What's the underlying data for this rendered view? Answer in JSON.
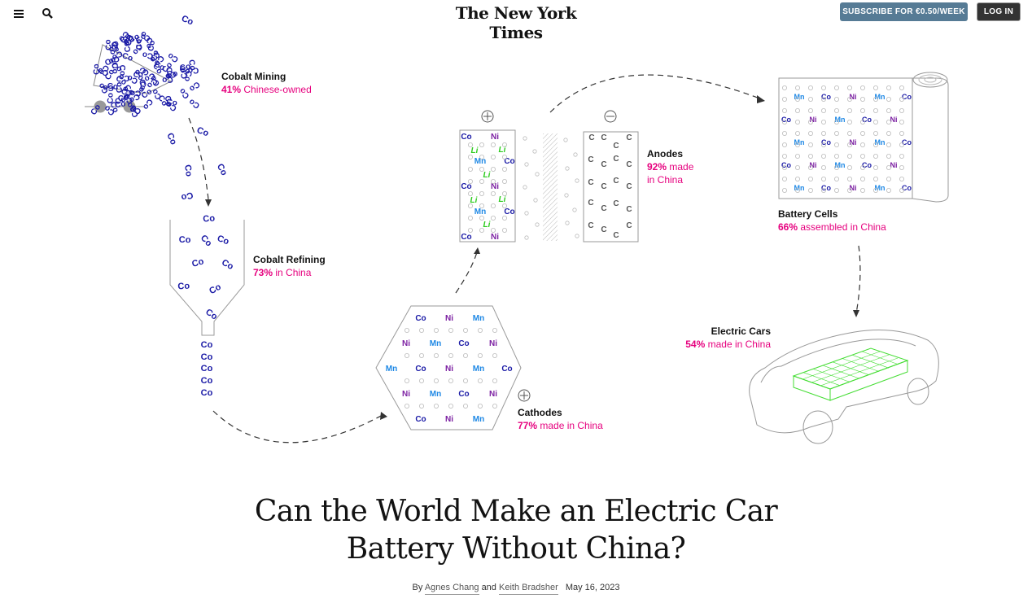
{
  "header": {
    "logo": "The New York Times",
    "subscribe_label": "SUBSCRIBE FOR €0.50/WEEK",
    "login_label": "LOG IN",
    "icons": [
      "menu-icon",
      "search-icon"
    ]
  },
  "illustration": {
    "stages": [
      {
        "title": "Cobalt Mining",
        "pct": "41%",
        "desc": " Chinese-owned"
      },
      {
        "title": "Cobalt Refining",
        "pct": "73%",
        "desc": " in China"
      },
      {
        "title": "Cathodes",
        "pct": "77%",
        "desc": " made in China"
      },
      {
        "title": "Anodes",
        "pct": "92%",
        "desc": " made",
        "desc2": "in China"
      },
      {
        "title": "Battery Cells",
        "pct": "66%",
        "desc": " assembled in China"
      },
      {
        "title": "Electric Cars",
        "pct": "54%",
        "desc": " made in China"
      }
    ],
    "element_symbols": {
      "co": "Co",
      "ni": "Ni",
      "mn": "Mn",
      "li": "Li",
      "c": "C"
    },
    "colors": {
      "cobalt": "#1a1aa6",
      "nickel": "#7b1fa2",
      "manganese": "#1e88e5",
      "lithium": "#2ecc1f",
      "accent": "#e6007e",
      "car_battery": "#44dd33"
    }
  },
  "article": {
    "headline_line1": "Can the World Make an Electric Car",
    "headline_line2": "Battery Without China?",
    "by": "By",
    "author1": "Agnes Chang",
    "and": "and",
    "author2": "Keith Bradsher",
    "date": "May 16, 2023"
  }
}
